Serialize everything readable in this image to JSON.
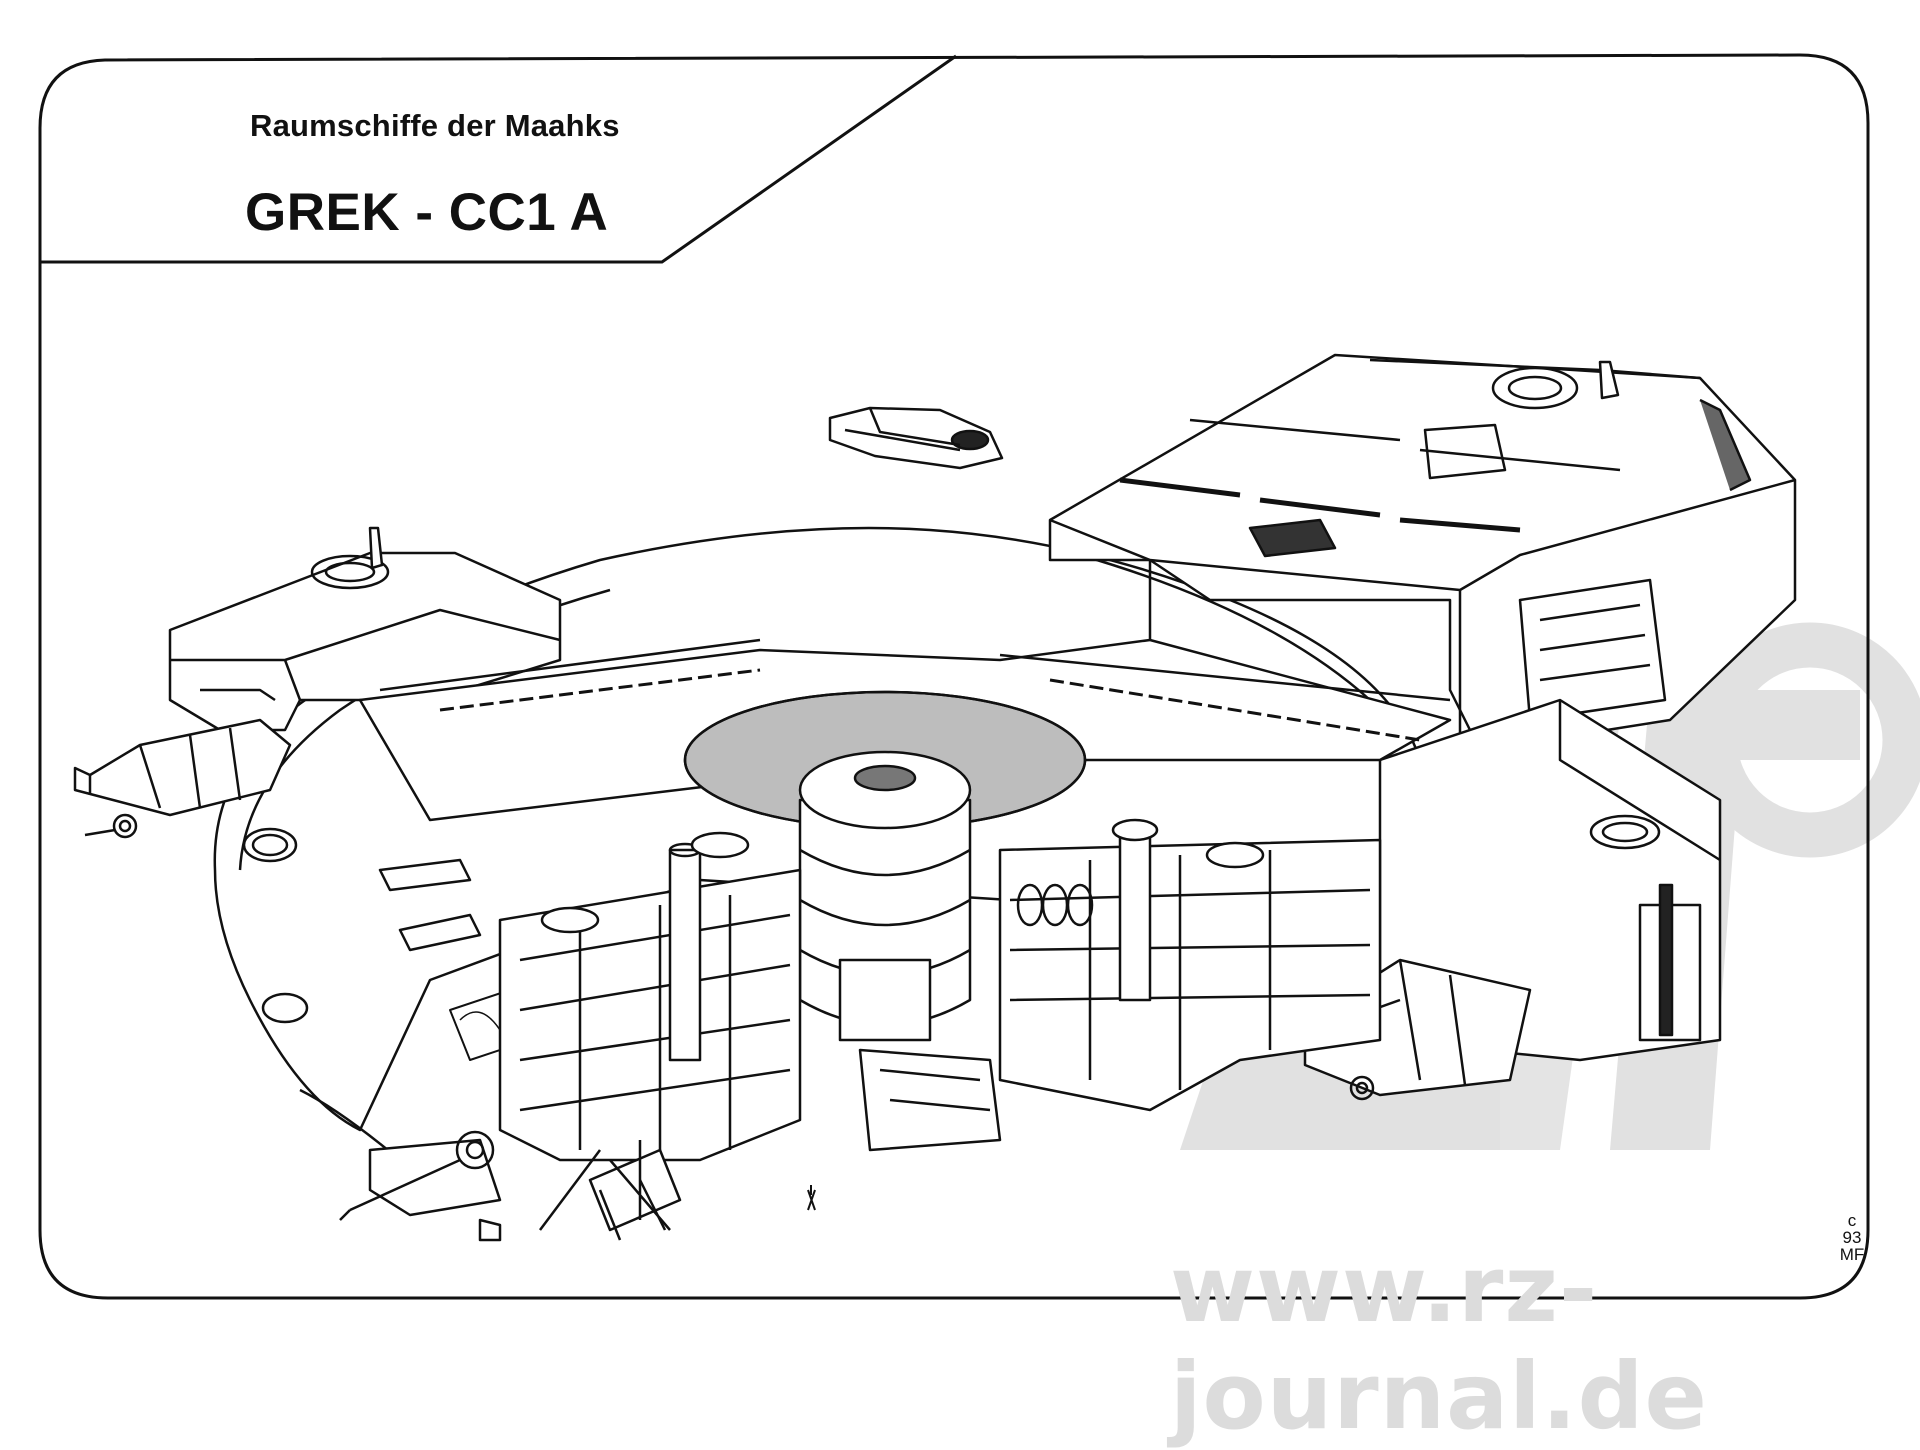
{
  "header": {
    "subtitle": "Raumschiffe der Maahks",
    "title": "GREK - CC1 A"
  },
  "signature": {
    "line1": "c",
    "line2": "93",
    "line3": "MF"
  },
  "watermark": {
    "text": "www.rz-journal.de"
  },
  "colors": {
    "ink": "#111111",
    "paper": "#ffffff",
    "watermark": "#dcdcdc"
  }
}
